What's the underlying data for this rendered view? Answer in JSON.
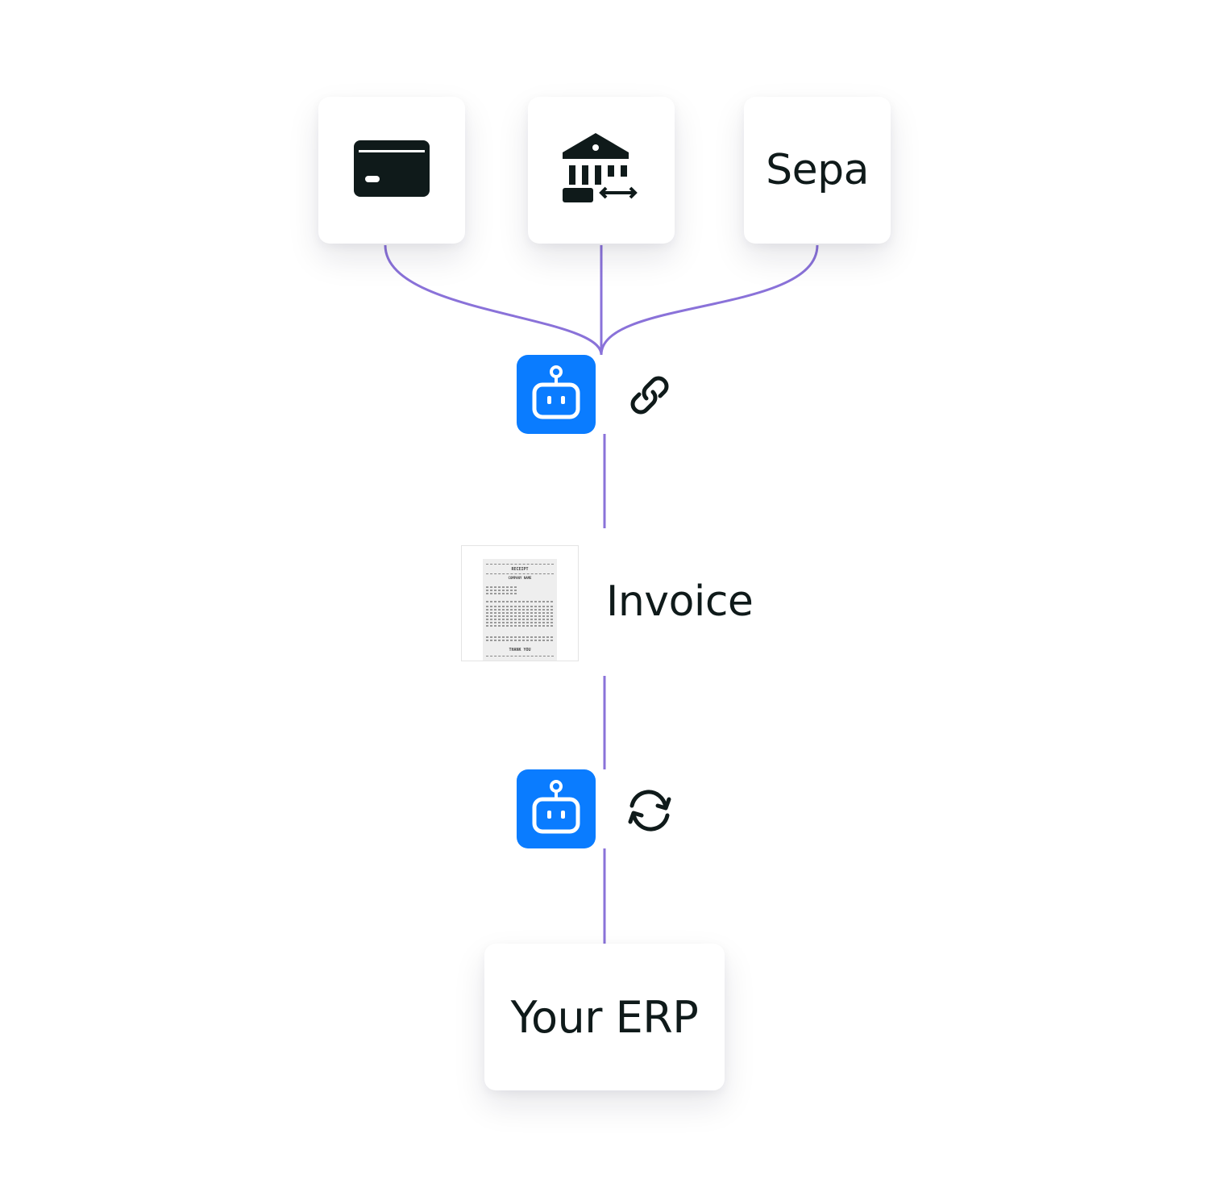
{
  "sources": [
    {
      "name": "card",
      "icon": "credit-card-icon"
    },
    {
      "name": "bank",
      "icon": "bank-transfer-icon"
    },
    {
      "name": "sepa",
      "label": "Sepa"
    }
  ],
  "step_link": {
    "agent_icon": "robot-icon",
    "action_icon": "link-icon"
  },
  "document": {
    "label": "Invoice",
    "image": "receipt-thumbnail",
    "receipt": {
      "title": "RECEIPT",
      "company": "COMPANY NAME",
      "footer": "THANK YOU"
    }
  },
  "step_sync": {
    "agent_icon": "robot-icon",
    "action_icon": "sync-icon"
  },
  "destination": {
    "label": "Your ERP"
  },
  "colors": {
    "connector": "#8a72d9",
    "agent": "#0a7cff",
    "text": "#0f1a1a"
  }
}
